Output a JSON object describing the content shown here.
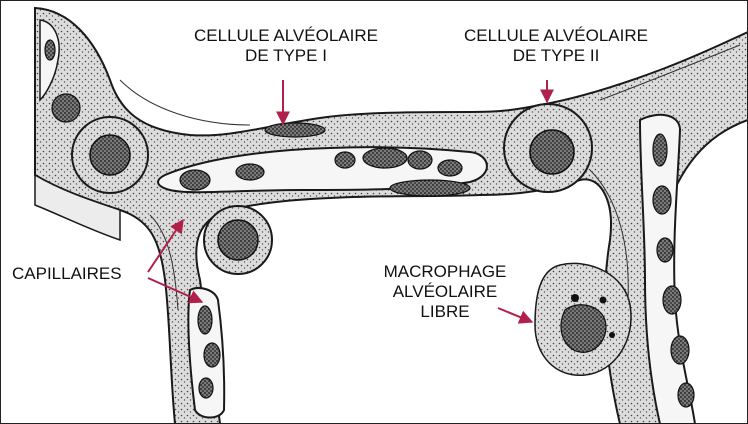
{
  "labels": {
    "type1": {
      "line1": "CELLULE ALVÉOLAIRE",
      "line2": "DE  TYPE I"
    },
    "type2": {
      "line1": "CELLULE ALVÉOLAIRE",
      "line2": "DE TYPE II"
    },
    "capillaires": "CAPILLAIRES",
    "macrophage": {
      "line1": "MACROPHAGE",
      "line2": "ALVÉOLAIRE",
      "line3": "LIBRE"
    }
  },
  "colors": {
    "arrow": "#b0204a",
    "tissue": "#ececec",
    "ink": "#1a1a1a",
    "alveolus": "#ffffff"
  }
}
